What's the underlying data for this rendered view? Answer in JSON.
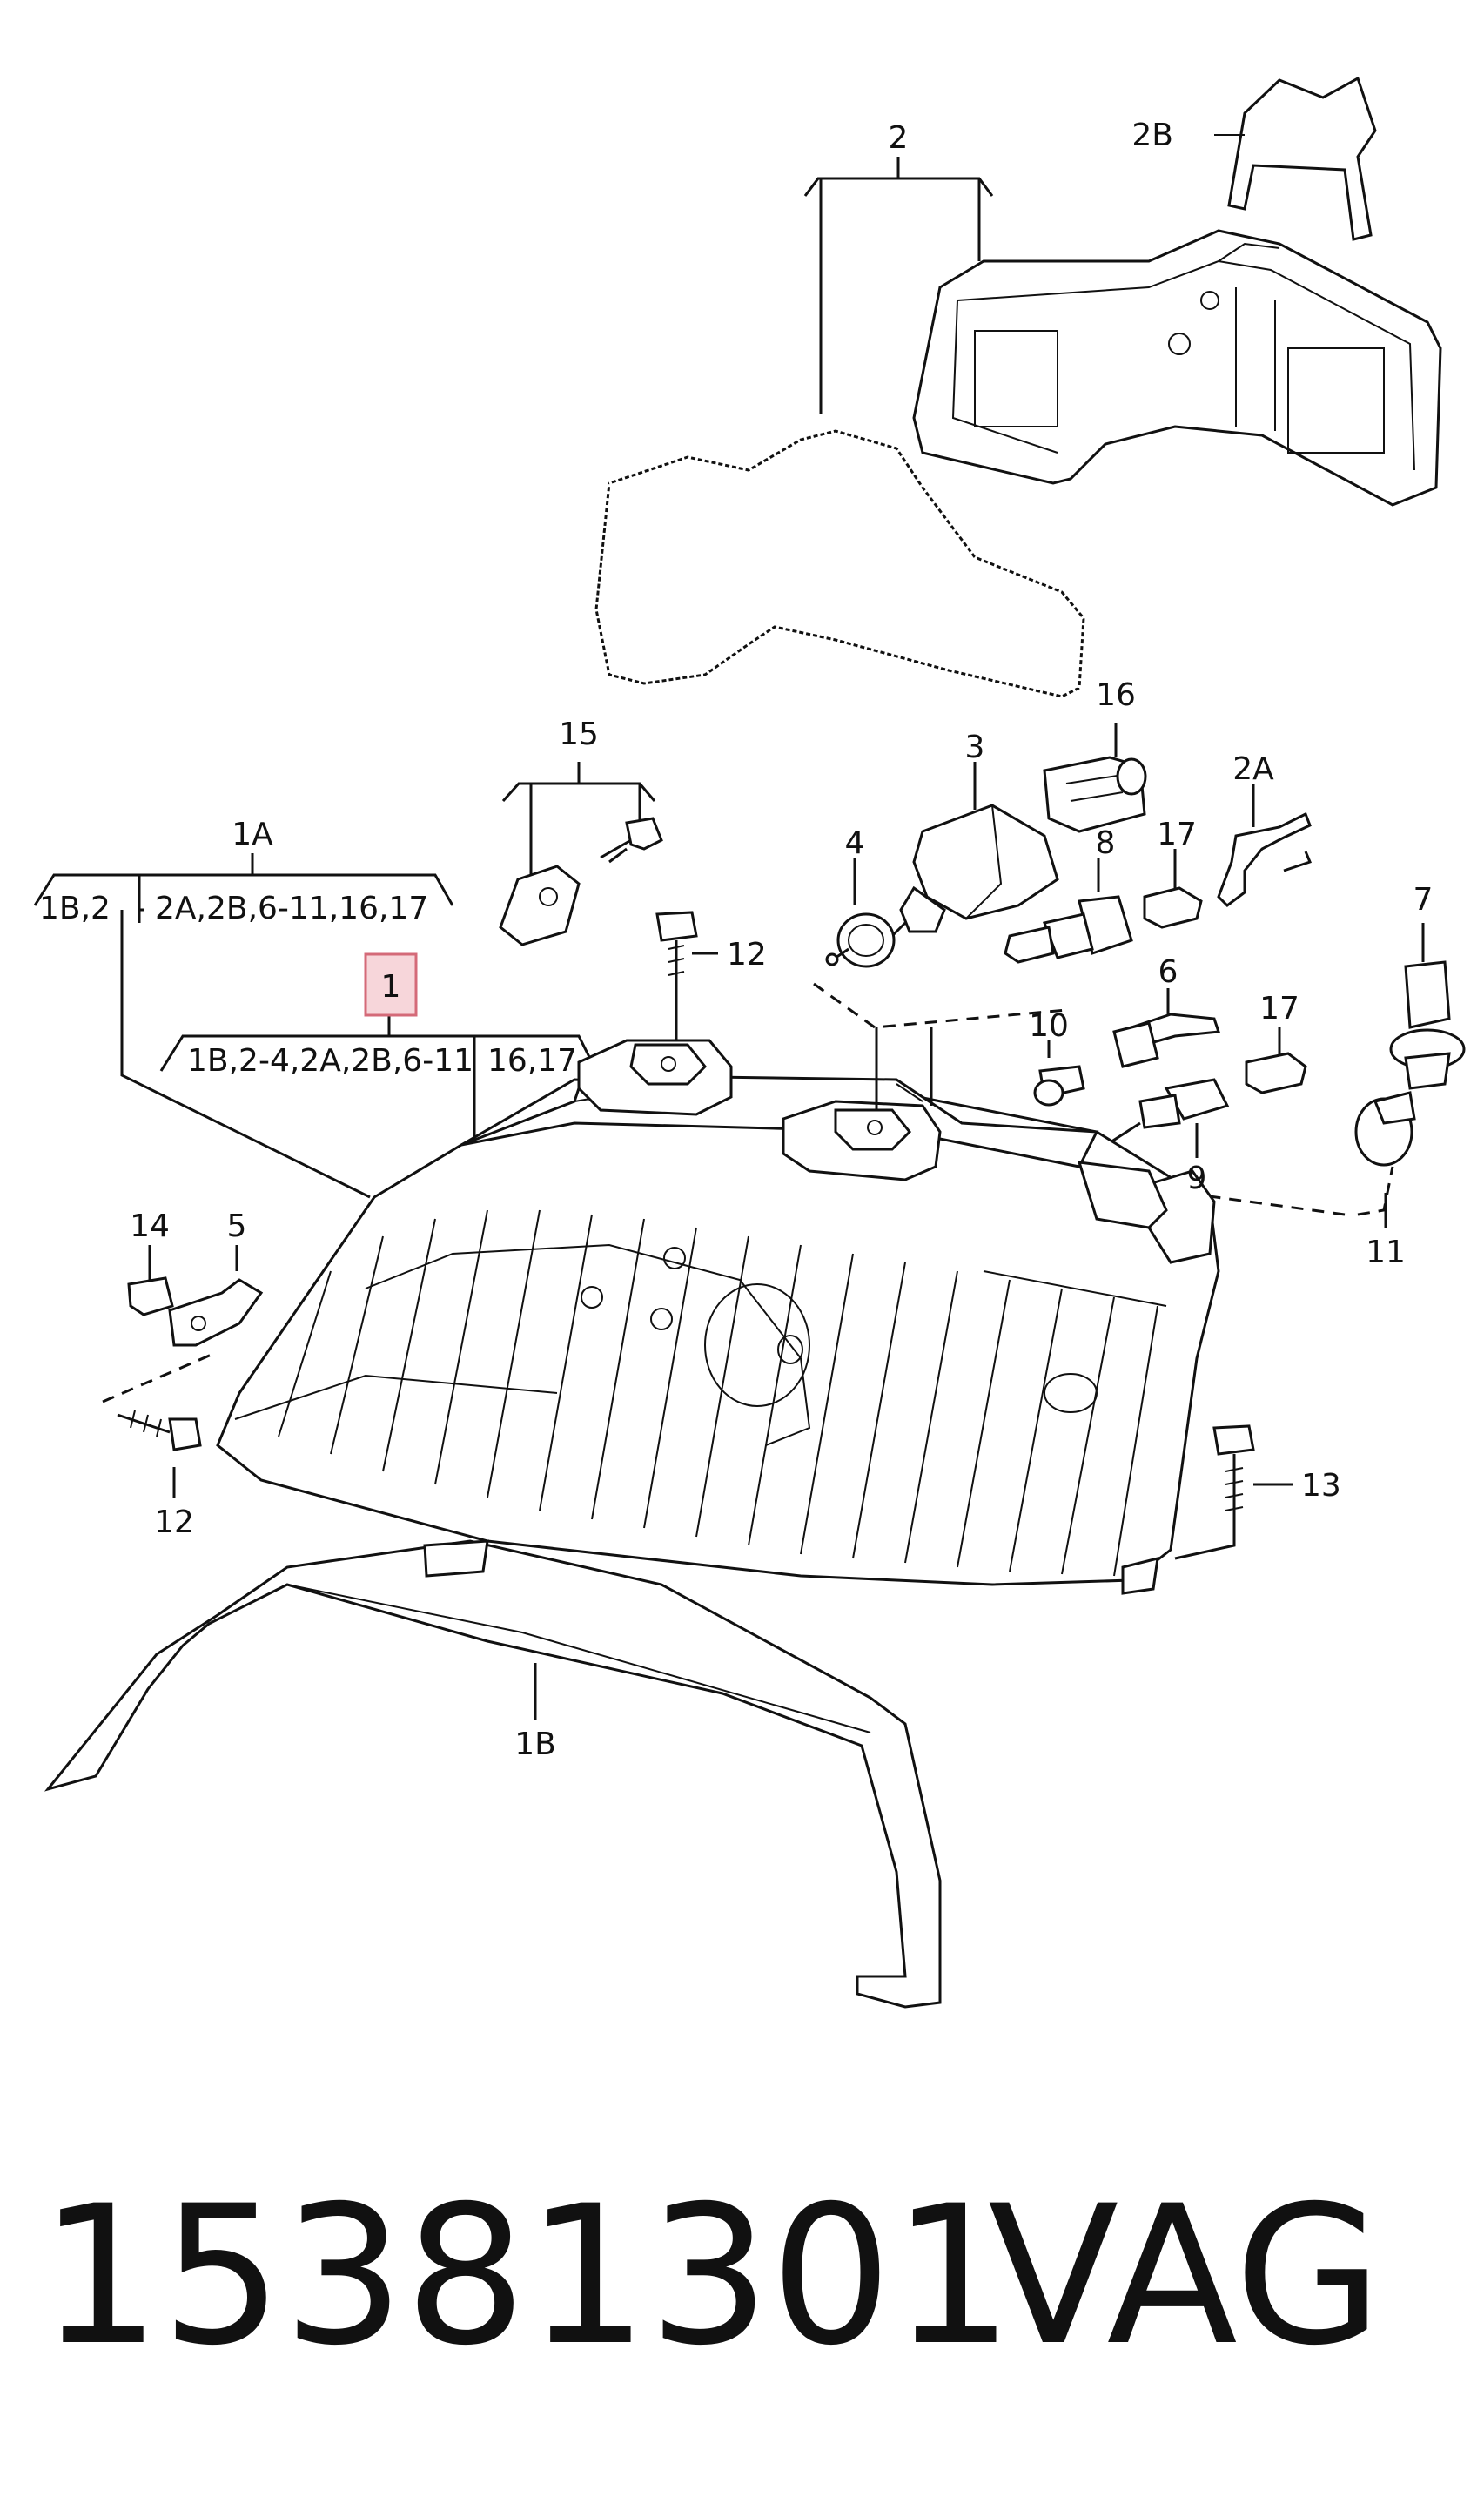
{
  "labels": {
    "l1": "1",
    "l1A": "1A",
    "l1A_left": "1B,2",
    "l1A_right": "2A,2B,6-11,16,17",
    "l1_left": "1B,2-4,2A,2B,6-11",
    "l1_right": "16,17",
    "l1B": "1B",
    "l2": "2",
    "l2A": "2A",
    "l2B": "2B",
    "l3": "3",
    "l4": "4",
    "l5": "5",
    "l6": "6",
    "l7": "7",
    "l8": "8",
    "l9": "9",
    "l10": "10",
    "l11": "11",
    "l12a": "12",
    "l12b": "12",
    "l13": "13",
    "l14": "14",
    "l15": "15",
    "l16": "16",
    "l17a": "17",
    "l17b": "17"
  },
  "footer": {
    "part_number": "15381301",
    "brand": "VAG"
  },
  "colors": {
    "highlight_fill": "#f7d6da",
    "highlight_stroke": "#d46a78"
  }
}
